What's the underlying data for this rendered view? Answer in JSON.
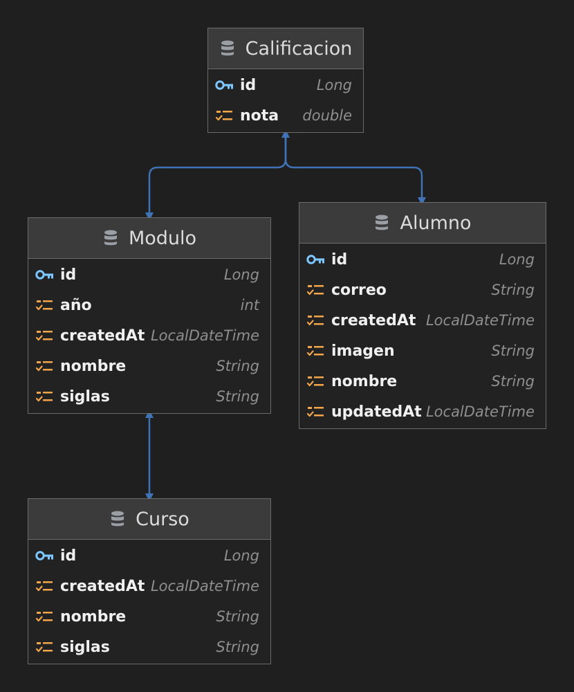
{
  "colors": {
    "background": "#1f1f1f",
    "entity_header": "#3b3b3b",
    "entity_border": "#6b6b6b",
    "key_icon": "#7cc7ff",
    "field_icon": "#f2a64a",
    "arrow": "#3f73b6"
  },
  "entities": {
    "calificacion": {
      "title": "Calificacion",
      "icon": "database-icon",
      "fields": [
        {
          "name": "id",
          "type": "Long",
          "icon": "key-icon"
        },
        {
          "name": "nota",
          "type": "double",
          "icon": "field-icon"
        }
      ]
    },
    "modulo": {
      "title": "Modulo",
      "icon": "database-icon",
      "fields": [
        {
          "name": "id",
          "type": "Long",
          "icon": "key-icon"
        },
        {
          "name": "año",
          "type": "int",
          "icon": "field-icon"
        },
        {
          "name": "createdAt",
          "type": "LocalDateTime",
          "icon": "field-icon"
        },
        {
          "name": "nombre",
          "type": "String",
          "icon": "field-icon"
        },
        {
          "name": "siglas",
          "type": "String",
          "icon": "field-icon"
        }
      ]
    },
    "alumno": {
      "title": "Alumno",
      "icon": "database-icon",
      "fields": [
        {
          "name": "id",
          "type": "Long",
          "icon": "key-icon"
        },
        {
          "name": "correo",
          "type": "String",
          "icon": "field-icon"
        },
        {
          "name": "createdAt",
          "type": "LocalDateTime",
          "icon": "field-icon"
        },
        {
          "name": "imagen",
          "type": "String",
          "icon": "field-icon"
        },
        {
          "name": "nombre",
          "type": "String",
          "icon": "field-icon"
        },
        {
          "name": "updatedAt",
          "type": "LocalDateTime",
          "icon": "field-icon"
        }
      ]
    },
    "curso": {
      "title": "Curso",
      "icon": "database-icon",
      "fields": [
        {
          "name": "id",
          "type": "Long",
          "icon": "key-icon"
        },
        {
          "name": "createdAt",
          "type": "LocalDateTime",
          "icon": "field-icon"
        },
        {
          "name": "nombre",
          "type": "String",
          "icon": "field-icon"
        },
        {
          "name": "siglas",
          "type": "String",
          "icon": "field-icon"
        }
      ]
    }
  },
  "relationships": [
    {
      "from": "calificacion",
      "to": "modulo"
    },
    {
      "from": "calificacion",
      "to": "alumno"
    },
    {
      "from": "modulo",
      "to": "curso"
    }
  ]
}
